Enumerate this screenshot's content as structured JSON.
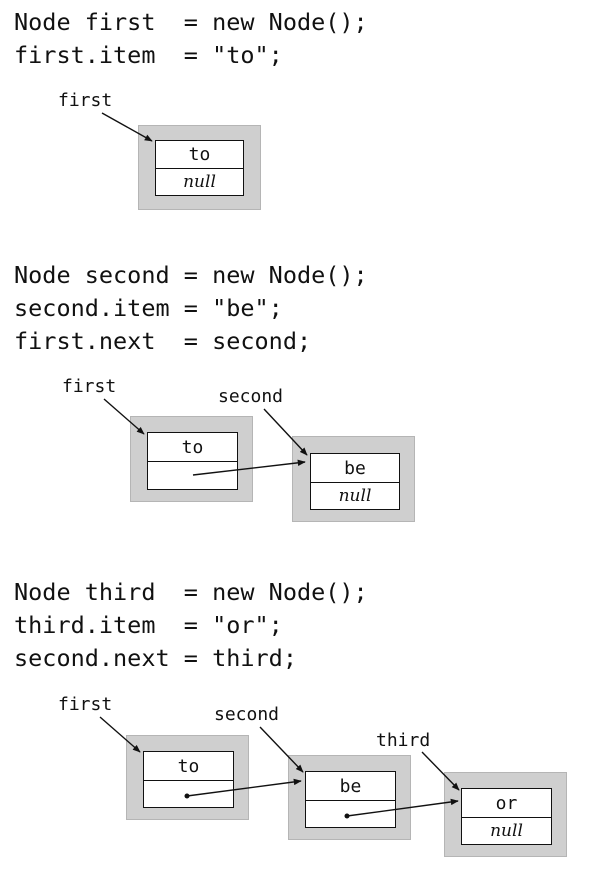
{
  "sections": [
    {
      "code": [
        "Node first  = new Node();",
        "first.item  = \"to\";"
      ],
      "labels": {
        "first": "first"
      },
      "nodes": [
        {
          "item": "to",
          "next": "null"
        }
      ]
    },
    {
      "code": [
        "Node second = new Node();",
        "second.item = \"be\";",
        "first.next  = second;"
      ],
      "labels": {
        "first": "first",
        "second": "second"
      },
      "nodes": [
        {
          "item": "to",
          "next": ""
        },
        {
          "item": "be",
          "next": "null"
        }
      ]
    },
    {
      "code": [
        "Node third  = new Node();",
        "third.item  = \"or\";",
        "second.next = third;"
      ],
      "labels": {
        "first": "first",
        "second": "second",
        "third": "third"
      },
      "nodes": [
        {
          "item": "to",
          "next": ""
        },
        {
          "item": "be",
          "next": ""
        },
        {
          "item": "or",
          "next": "null"
        }
      ]
    }
  ]
}
